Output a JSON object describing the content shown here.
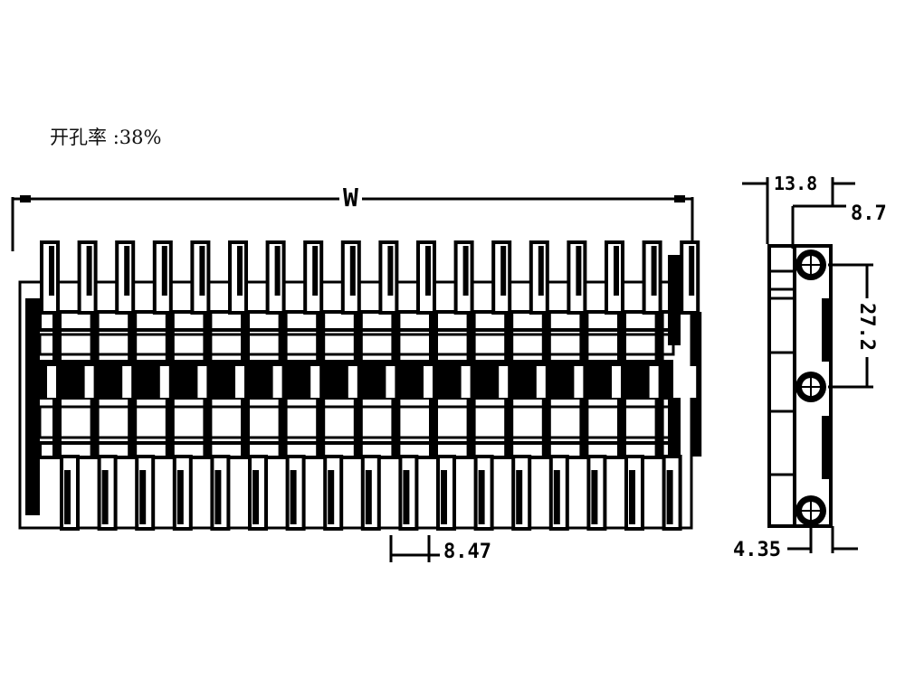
{
  "caption": {
    "label": "开孔率",
    "value": ":38%"
  },
  "front_view": {
    "width_label": "W",
    "pitch_label": "8.47",
    "teeth_count": 18
  },
  "side_view": {
    "thickness_label": "13.8",
    "offset_label": "8.7",
    "hinge_pitch_label": "27.2",
    "bottom_label": "4.35"
  },
  "colors": {
    "ink": "#000000",
    "background": "#ffffff"
  }
}
